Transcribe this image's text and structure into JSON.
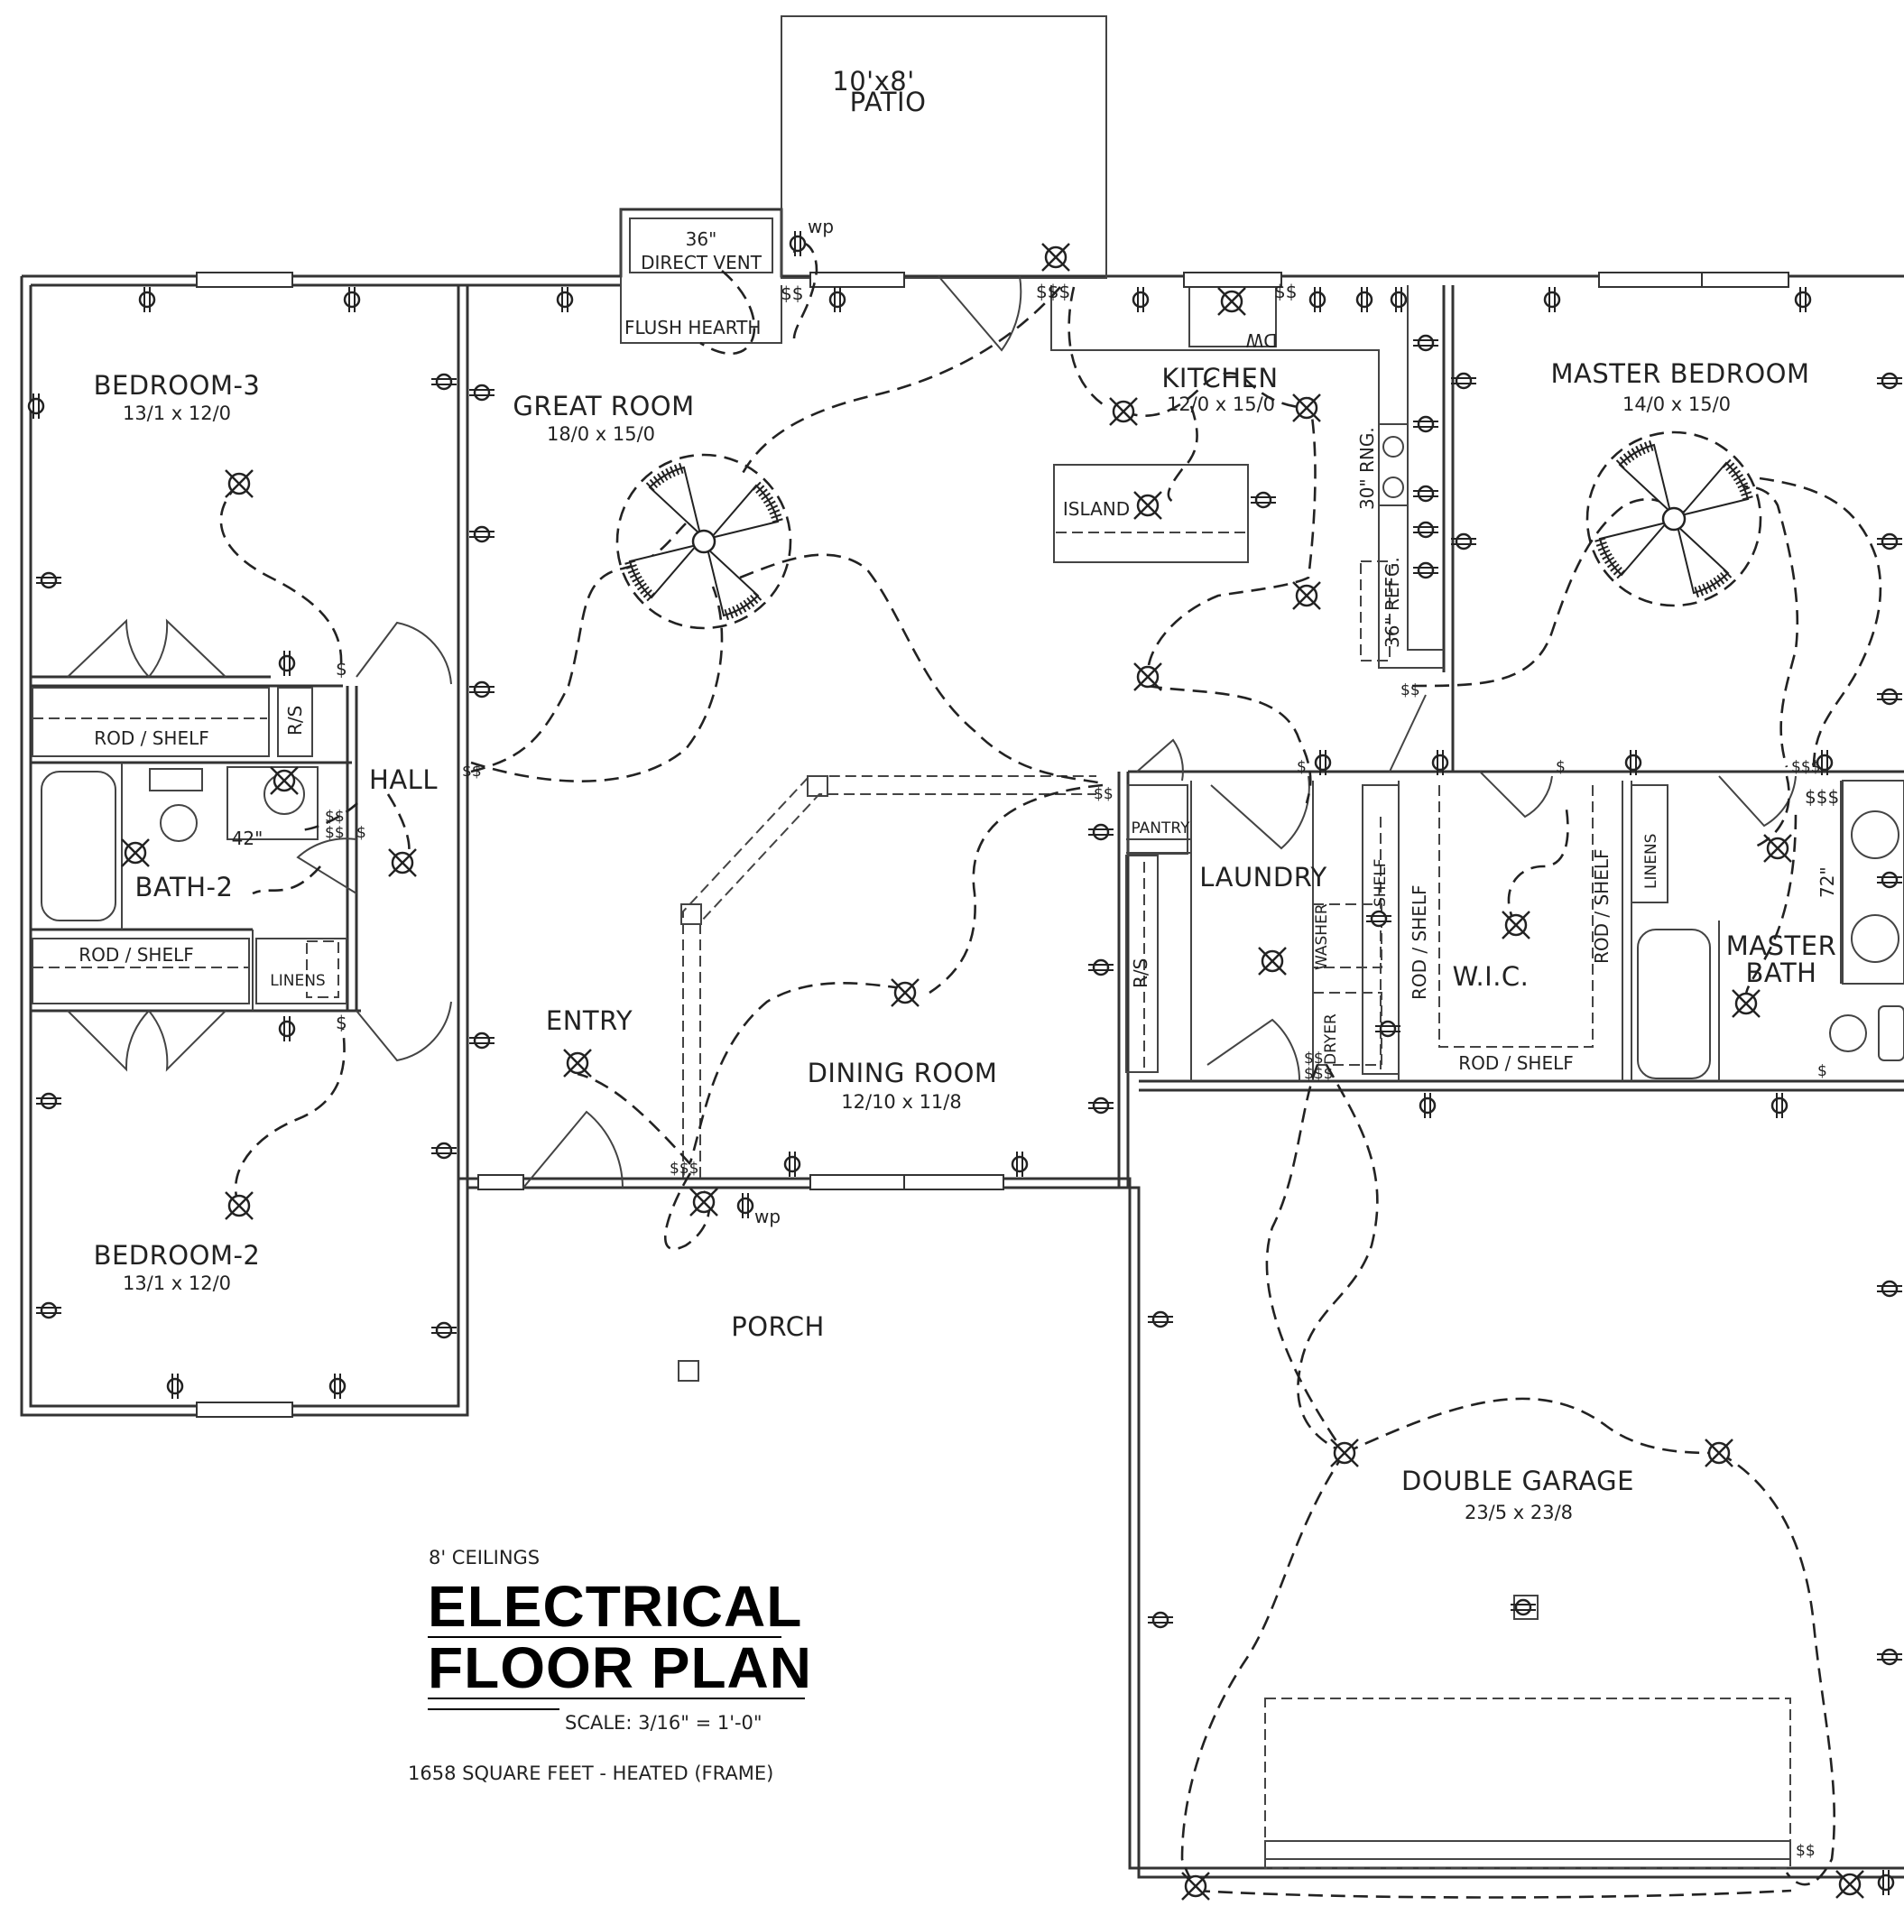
{
  "patio": {
    "line1": "10'x8'",
    "line2": "PATIO"
  },
  "fireplace": {
    "line1": "36\"",
    "line2": "DIRECT VENT",
    "hearth": "FLUSH HEARTH"
  },
  "wp": "wp",
  "rooms": {
    "bedroom3": {
      "name": "BEDROOM-3",
      "size": "13/1 x 12/0"
    },
    "great_room": {
      "name": "GREAT ROOM",
      "size": "18/0 x 15/0"
    },
    "kitchen": {
      "name": "KITCHEN",
      "size": "12/0 x 15/0"
    },
    "master_bedroom": {
      "name": "MASTER BEDROOM",
      "size": "14/0 x 15/0"
    },
    "hall": {
      "name": "HALL"
    },
    "bath2": {
      "name": "BATH-2"
    },
    "bedroom2": {
      "name": "BEDROOM-2",
      "size": "13/1 x 12/0"
    },
    "entry": {
      "name": "ENTRY"
    },
    "dining_room": {
      "name": "DINING ROOM",
      "size": "12/10 x 11/8"
    },
    "laundry": {
      "name": "LAUNDRY"
    },
    "wic": {
      "name": "W.I.C."
    },
    "master_bath": {
      "name1": "MASTER",
      "name2": "BATH"
    },
    "porch": {
      "name": "PORCH"
    },
    "garage": {
      "name": "DOUBLE GARAGE",
      "size": "23/5 x 23/8"
    }
  },
  "fixtures": {
    "island": "ISLAND",
    "dw": "DW",
    "range": "30\" RNG.",
    "refg": "36\" REFG.",
    "rod_shelf": "ROD / SHELF",
    "rs": "R/S",
    "linens": "LINENS",
    "pantry": "PANTRY",
    "shelf": "SHELF",
    "washer": "WASHER",
    "dryer": "DRYER",
    "vanity_42": "42\"",
    "vanity_72": "72\""
  },
  "notes": {
    "ceilings": "8' CEILINGS",
    "title1": "ELECTRICAL",
    "title2": "FLOOR PLAN",
    "scale": "SCALE: 3/16\" = 1'-0\"",
    "area": "1658 SQUARE FEET - HEATED (FRAME)"
  }
}
